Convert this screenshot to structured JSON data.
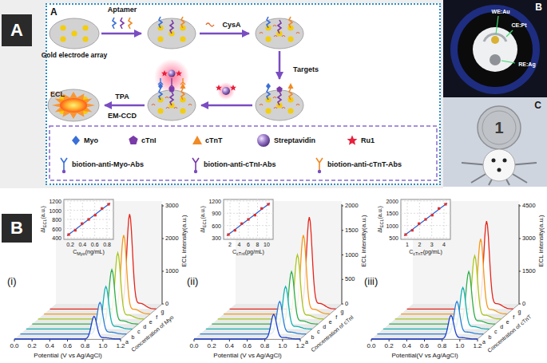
{
  "diagram": {
    "nodes": [
      {
        "text": [
          "A"
        ]
      },
      {
        "text": [
          "A"
        ]
      },
      {
        "text": [
          "Gold electrode array"
        ],
        "in": 1
      },
      {
        "text": [
          "ECL"
        ],
        "in": 1
      },
      {
        "text": [
          "B"
        ]
      },
      {
        "text": [
          "C"
        ]
      },
      {
        "text": [
          "B"
        ]
      }
    ],
    "labels": [
      "Aptamer",
      "CysA",
      "Targets",
      "TPA",
      "EM-CCD",
      "WE:Au",
      "CE:Pt",
      "RE:Ag",
      "1",
      "(i)",
      "0.0",
      "0.2",
      "0.4",
      "0.6",
      "0.8",
      "1.0",
      "1.2",
      "Potential (V vs Ag/AgCl)",
      "a",
      "b",
      "c",
      "d",
      "e",
      "f",
      "g",
      "Concentration of Myo",
      "0",
      "1000",
      "2000",
      "3000",
      "ECL intensity(a.u.)",
      "1200",
      "1000",
      "800",
      "600",
      "400",
      "ΔI",
      "ECL",
      "(a.u.)",
      "0.2",
      "0.4",
      "0.6",
      "0.8",
      "C",
      "Myo",
      "(ng/mL)",
      "(ii)",
      "0.0",
      "0.2",
      "0.4",
      "0.6",
      "0.8",
      "1.0",
      "1.2",
      "Potential (V vs Ag/AgCl)",
      "a",
      "b",
      "c",
      "d",
      "e",
      "f",
      "g",
      "Concentration of cTnI",
      "0",
      "500",
      "1000",
      "1500",
      "2000",
      "ECL intensity(a.u.)",
      "1200",
      "900",
      "600",
      "300",
      "ΔI",
      "ECL",
      "(a.u.)",
      "2",
      "4",
      "6",
      "8",
      "10",
      "C",
      "cTnI",
      "(pg/mL)",
      "(iii)",
      "0.0",
      "0.2",
      "0.4",
      "0.6",
      "0.8",
      "1.0",
      "1.2",
      "Potential(V vs Ag/AgCl)",
      "a",
      "b",
      "c",
      "d",
      "e",
      "f",
      "g",
      "Concentration of cTnT",
      "0",
      "1500",
      "3000",
      "4500",
      "ECL intensity(a.u.)",
      "2000",
      "1500",
      "1000",
      "500",
      "ΔI",
      "ECL",
      "(a.u.)",
      "1",
      "2",
      "3",
      "4",
      "C",
      "cTnT",
      "(pg/mL)"
    ],
    "legend": [
      {
        "text": "Myo"
      },
      {
        "text": "cTnI"
      },
      {
        "text": "cTnT"
      },
      {
        "text": "Streptavidin"
      },
      {
        "text": "Ru1"
      },
      {
        "text": "biotion-anti-Myo-Abs"
      },
      {
        "text": "biotion-anti-cTnI-Abs"
      },
      {
        "text": "biotion-anti-cTnT-Abs"
      }
    ]
  }
}
